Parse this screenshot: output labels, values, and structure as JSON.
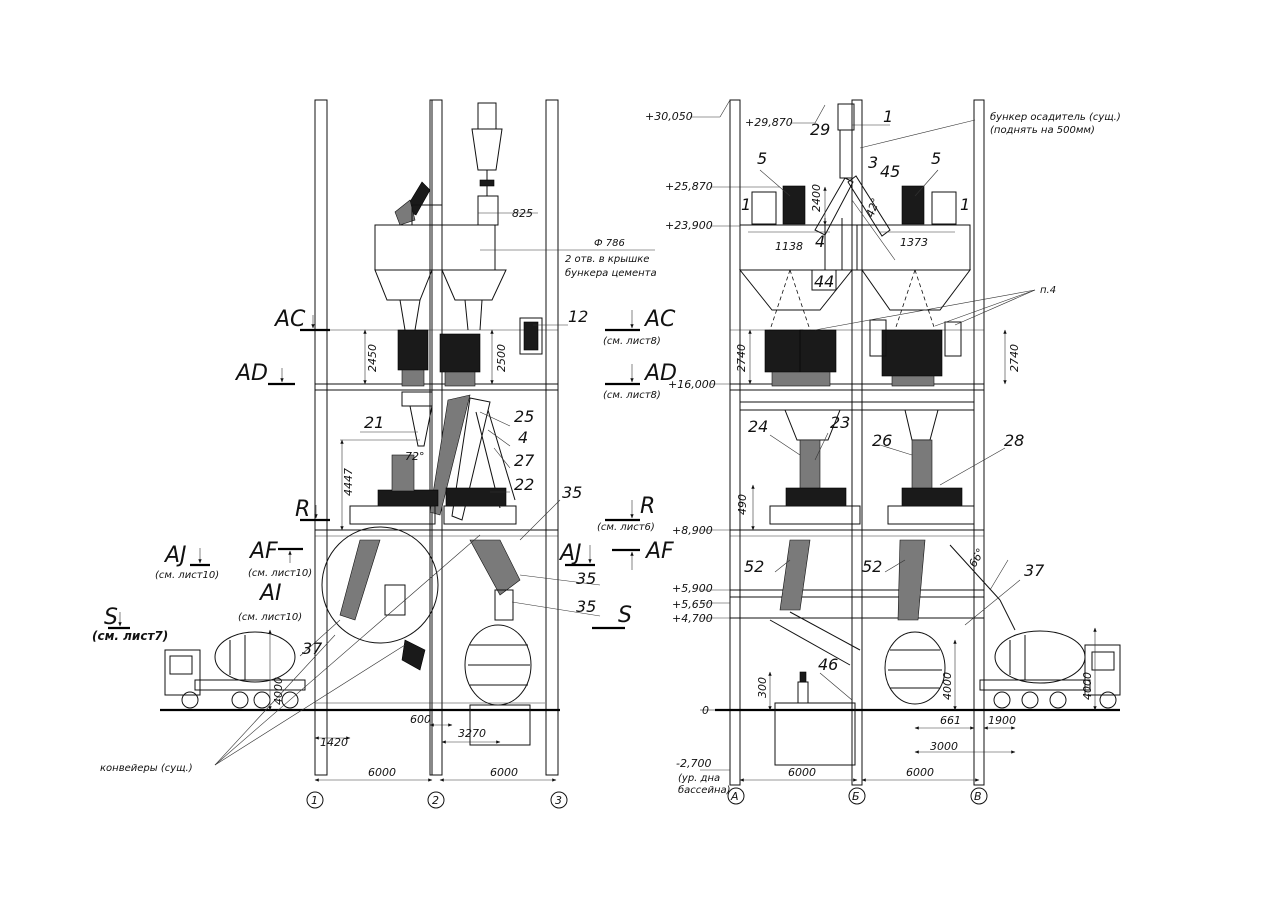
{
  "left_view": {
    "leaders": {
      "l12": "12",
      "l21": "21",
      "l25": "25",
      "l4": "4",
      "l27": "27",
      "l22": "22",
      "l35a": "35",
      "l35b": "35",
      "l35c": "35",
      "l37": "37"
    },
    "dims": {
      "d825": "825",
      "d2450": "2450",
      "d2500": "2500",
      "d4447": "4447",
      "d72": "72°",
      "d600": "600",
      "d3270": "3270",
      "d1420": "1420",
      "d4000": "4000",
      "d6000a": "6000",
      "d6000b": "6000"
    },
    "hole_note": {
      "line1": "Ф 786",
      "line2": "2 отв. в крышке",
      "line3": "бункера цемента"
    },
    "sections": {
      "AC": "AC",
      "AD": "AD",
      "R": "R",
      "AJ": "AJ",
      "AF": "AF",
      "AI": "AI",
      "S": "S",
      "AJ_ref": "(см. лист10)",
      "AF_ref": "(см. лист10)",
      "AI_ref": "(см. лист10)",
      "S_ref": "(см. лист7)"
    },
    "conveyor_note": "конвейеры (сущ.)",
    "axes": {
      "a1": "1",
      "a2": "2",
      "a3": "3"
    }
  },
  "center": {
    "sections": {
      "AC": "AC",
      "AC_ref": "(см. лист8)",
      "AD": "AD",
      "AD_ref": "(см. лист8)",
      "R": "R",
      "R_ref": "(см. лист6)",
      "AJ": "AJ",
      "AF": "AF",
      "S": "S"
    }
  },
  "right_view": {
    "levels": {
      "l30050": "+30,050",
      "l29870": "+29,870",
      "l25870": "+25,870",
      "l23900": "+23,900",
      "l16000": "+16,000",
      "l8900": "+8,900",
      "l5900": "+5,900",
      "l5650": "+5,650",
      "l4700": "+4,700",
      "l0": "0",
      "l_2700": "-2,700"
    },
    "pool_note": {
      "line1": "(ур. дна",
      "line2": "бассейна)"
    },
    "bunker_note": {
      "line1": "бункер осадитель (сущ.)",
      "line2": "(поднять на 500мм)"
    },
    "leaders": {
      "r1top": "1",
      "r29": "29",
      "r3": "3",
      "r45": "45",
      "r5a": "5",
      "r5b": "5",
      "r1a": "1",
      "r1b": "1",
      "r4": "4",
      "r44": "44",
      "rp4": "п.4",
      "r24": "24",
      "r23": "23",
      "r26": "26",
      "r28": "28",
      "r52a": "52",
      "r52b": "52",
      "r37": "37",
      "r46": "46"
    },
    "dims": {
      "d1138": "1138",
      "d1373": "1373",
      "d2400": "2400",
      "d42": "42°",
      "d2740a": "2740",
      "d2740b": "2740",
      "d490": "490",
      "d66": "66°",
      "d300": "300",
      "d4000a": "4000",
      "d4000b": "4000",
      "d661": "661",
      "d1900": "1900",
      "d3000": "3000",
      "d6000a": "6000",
      "d6000b": "6000"
    },
    "axes": {
      "aA": "А",
      "aB": "Б",
      "aV": "В"
    }
  }
}
